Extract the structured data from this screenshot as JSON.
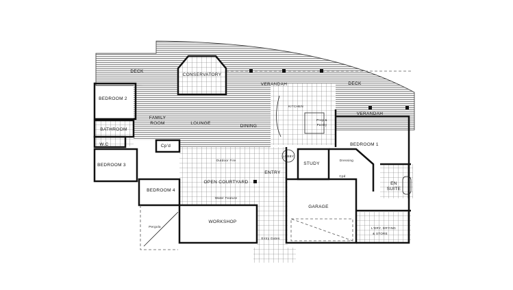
{
  "plan": {
    "labels": {
      "deck_west": "DECK",
      "conservatory": "CONSERVATORY",
      "verandah_north": "VERANDAH",
      "deck_east": "DECK",
      "verandah_east": "VERANDAH",
      "bedroom_2": "BEDROOM 2",
      "bathroom": "BATHROOM",
      "wc": "W.C",
      "family_room_1": "FAMILY",
      "family_room_2": "ROOM",
      "lounge": "LOUNGE",
      "dining": "DINING",
      "kitchen": "KITCHEN",
      "prep_pantry_1": "Prep &",
      "prep_pantry_2": "Pantry",
      "bedroom_1": "BEDROOM 1",
      "cupboard_west": "Cp'd",
      "bedroom_3": "BEDROOM 3",
      "lobby": "LOBBY",
      "study": "STUDY",
      "dressing": "Dressing",
      "cupboard_east": "Cpd",
      "entry": "ENTRY",
      "en_suite_1": "EN",
      "en_suite_2": "SUITE",
      "bedroom_4": "BEDROOM 4",
      "open_courtyard": "OPEN COURTYARD",
      "outdoor_fire": "Outdoor Fire",
      "water_feature": "Water Feature",
      "garage": "GARAGE",
      "pergola": "Pergola",
      "workshop": "WORKSHOP",
      "entry_gates": "Entry Gates",
      "laundry_1": "L'DRY, DRYING",
      "laundry_2": "& STORE"
    },
    "colors": {
      "wall": "#111111",
      "hatch": "#888888",
      "grid": "#666666"
    }
  }
}
